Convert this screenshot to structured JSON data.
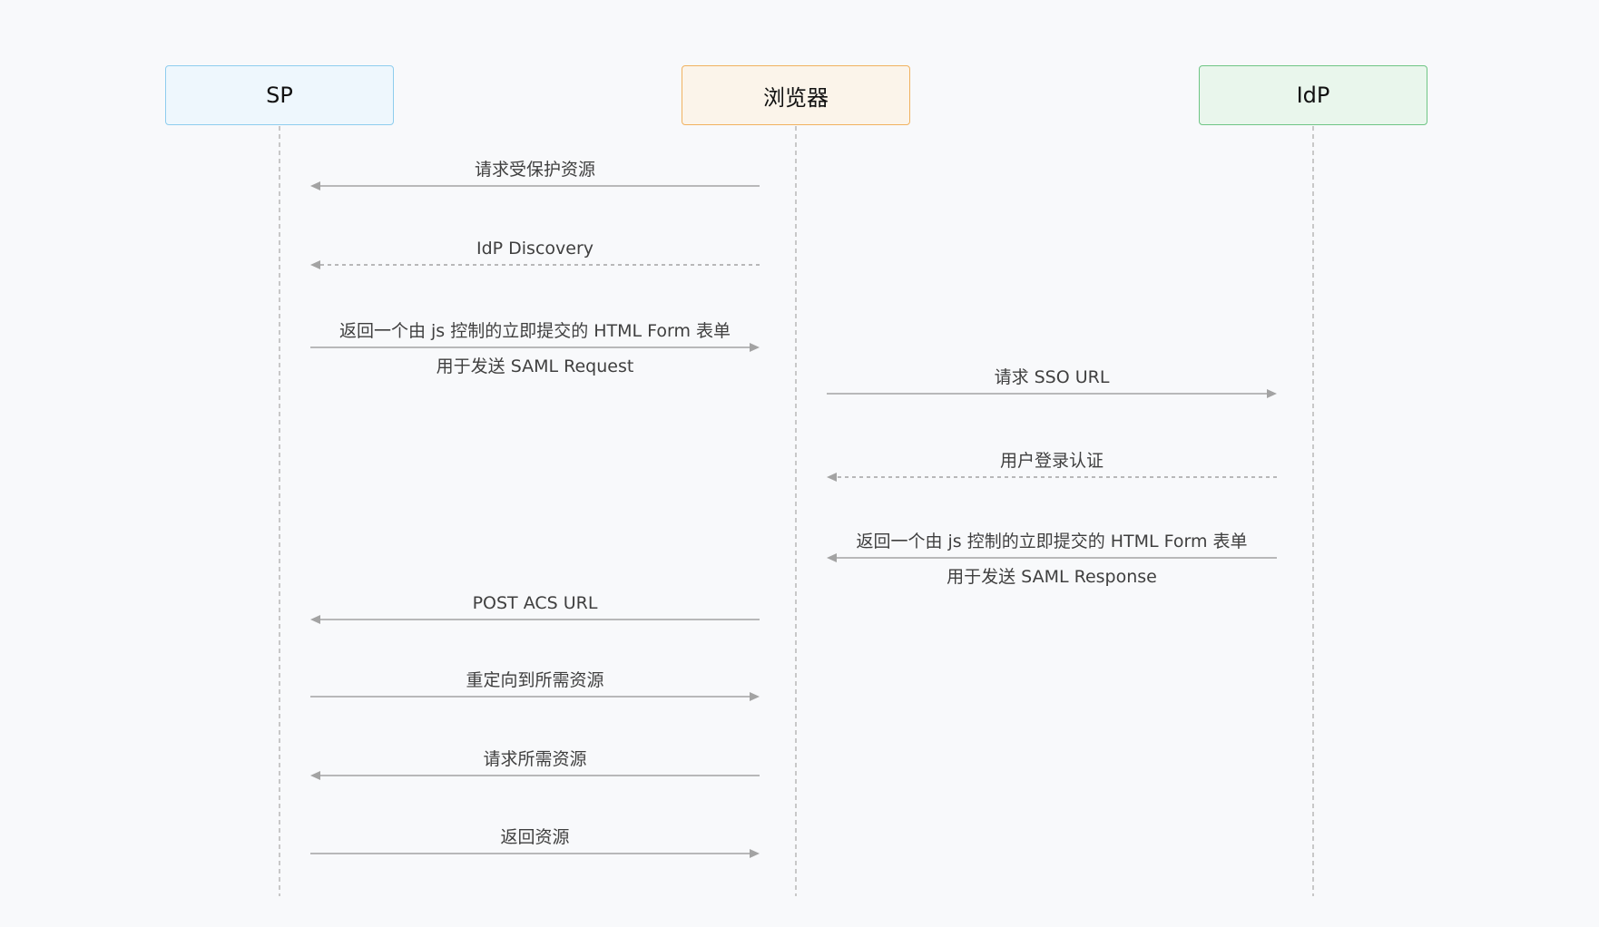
{
  "actors": [
    {
      "id": "sp",
      "label": "SP",
      "fill": "#eef7fd",
      "stroke": "#8ecdee"
    },
    {
      "id": "browser",
      "label": "浏览器",
      "fill": "#fbf4ea",
      "stroke": "#f1b25f"
    },
    {
      "id": "idp",
      "label": "IdP",
      "fill": "#e9f6ec",
      "stroke": "#6fc585"
    }
  ],
  "messages": [
    {
      "from": "browser",
      "to": "sp",
      "style": "solid",
      "lines": [
        "请求受保护资源"
      ]
    },
    {
      "from": "browser",
      "to": "sp",
      "style": "dashed",
      "lines": [
        "IdP Discovery"
      ]
    },
    {
      "from": "sp",
      "to": "browser",
      "style": "solid",
      "lines": [
        "返回一个由 js 控制的立即提交的 HTML Form 表单",
        "用于发送 SAML Request"
      ]
    },
    {
      "from": "browser",
      "to": "idp",
      "style": "solid",
      "lines": [
        "请求 SSO URL"
      ]
    },
    {
      "from": "idp",
      "to": "browser",
      "style": "dashed",
      "lines": [
        "用户登录认证"
      ]
    },
    {
      "from": "idp",
      "to": "browser",
      "style": "solid",
      "lines": [
        "返回一个由 js 控制的立即提交的 HTML Form 表单",
        "用于发送 SAML Response"
      ]
    },
    {
      "from": "browser",
      "to": "sp",
      "style": "solid",
      "lines": [
        "POST ACS URL"
      ]
    },
    {
      "from": "sp",
      "to": "browser",
      "style": "solid",
      "lines": [
        "重定向到所需资源"
      ]
    },
    {
      "from": "browser",
      "to": "sp",
      "style": "solid",
      "lines": [
        "请求所需资源"
      ]
    },
    {
      "from": "sp",
      "to": "browser",
      "style": "solid",
      "lines": [
        "返回资源"
      ]
    }
  ],
  "colors": {
    "background": "#f8f9fb",
    "lifeline": "#b7b7b7",
    "arrow": "#a3a3a3",
    "text": "#3f3f3f"
  }
}
